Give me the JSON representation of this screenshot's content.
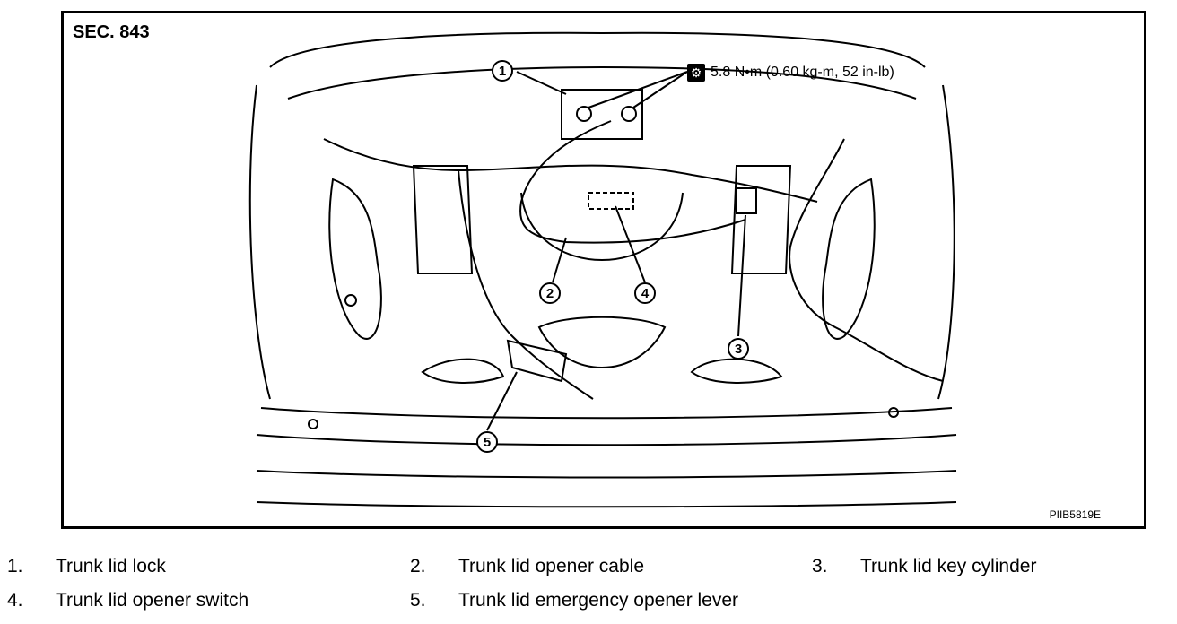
{
  "figure": {
    "section_label": "SEC. 843",
    "torque_spec": "5.8 N•m (0.60 kg-m, 52 in-lb)",
    "torque_icon": "torque-wrench-icon",
    "figure_code": "PIIB5819E",
    "callouts": [
      "1",
      "2",
      "3",
      "4",
      "5"
    ]
  },
  "legend": [
    {
      "num": "1.",
      "text": "Trunk lid lock"
    },
    {
      "num": "2.",
      "text": "Trunk lid opener cable"
    },
    {
      "num": "3.",
      "text": "Trunk lid key cylinder"
    },
    {
      "num": "4.",
      "text": "Trunk lid opener switch"
    },
    {
      "num": "5.",
      "text": "Trunk lid emergency opener lever"
    }
  ]
}
